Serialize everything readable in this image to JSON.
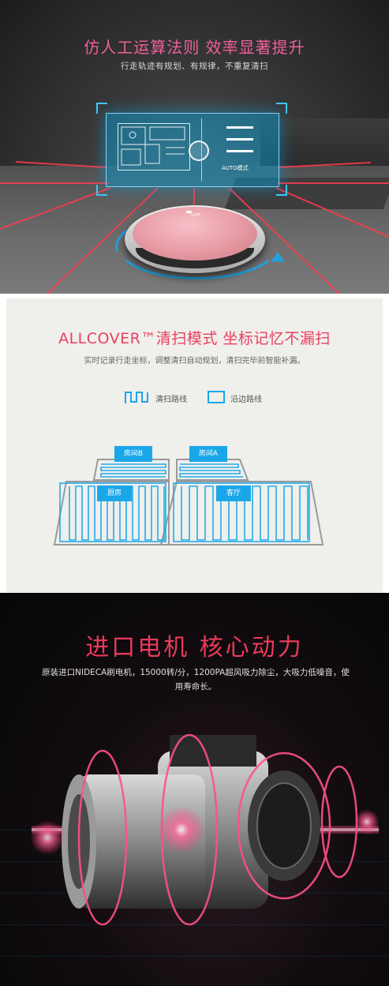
{
  "panel1": {
    "title": "仿人工运算法则 效率显著提升",
    "subtitle": "行走轨迹有规划、有规律，不重复清扫",
    "hud_label": "AUTO模式",
    "robot_brand": "ILIFE"
  },
  "panel2": {
    "title": "ALLCOVER™清扫模式 坐标记忆不漏扫",
    "subtitle": "实时记录行走坐标，调整清扫自动规划，清扫完毕前智能补漏。",
    "legend": [
      {
        "icon": "zigzag-path-icon",
        "label": "清扫路线"
      },
      {
        "icon": "edge-path-icon",
        "label": "沿边路线"
      }
    ],
    "rooms": {
      "room_b": "房间B",
      "room_a": "房间A",
      "kitchen": "厨房",
      "living": "客厅"
    },
    "colors": {
      "accent": "#1aa7ea",
      "title": "#e8405e"
    }
  },
  "panel3": {
    "title": "进口电机 核心动力",
    "subtitle": "原装进口NIDECA刷电机，15000转/分，1200PA超风吸力除尘，大吸力低噪音，使用寿命长。",
    "colors": {
      "title": "#ea3a5a",
      "glow": "#ff4f8a"
    }
  }
}
